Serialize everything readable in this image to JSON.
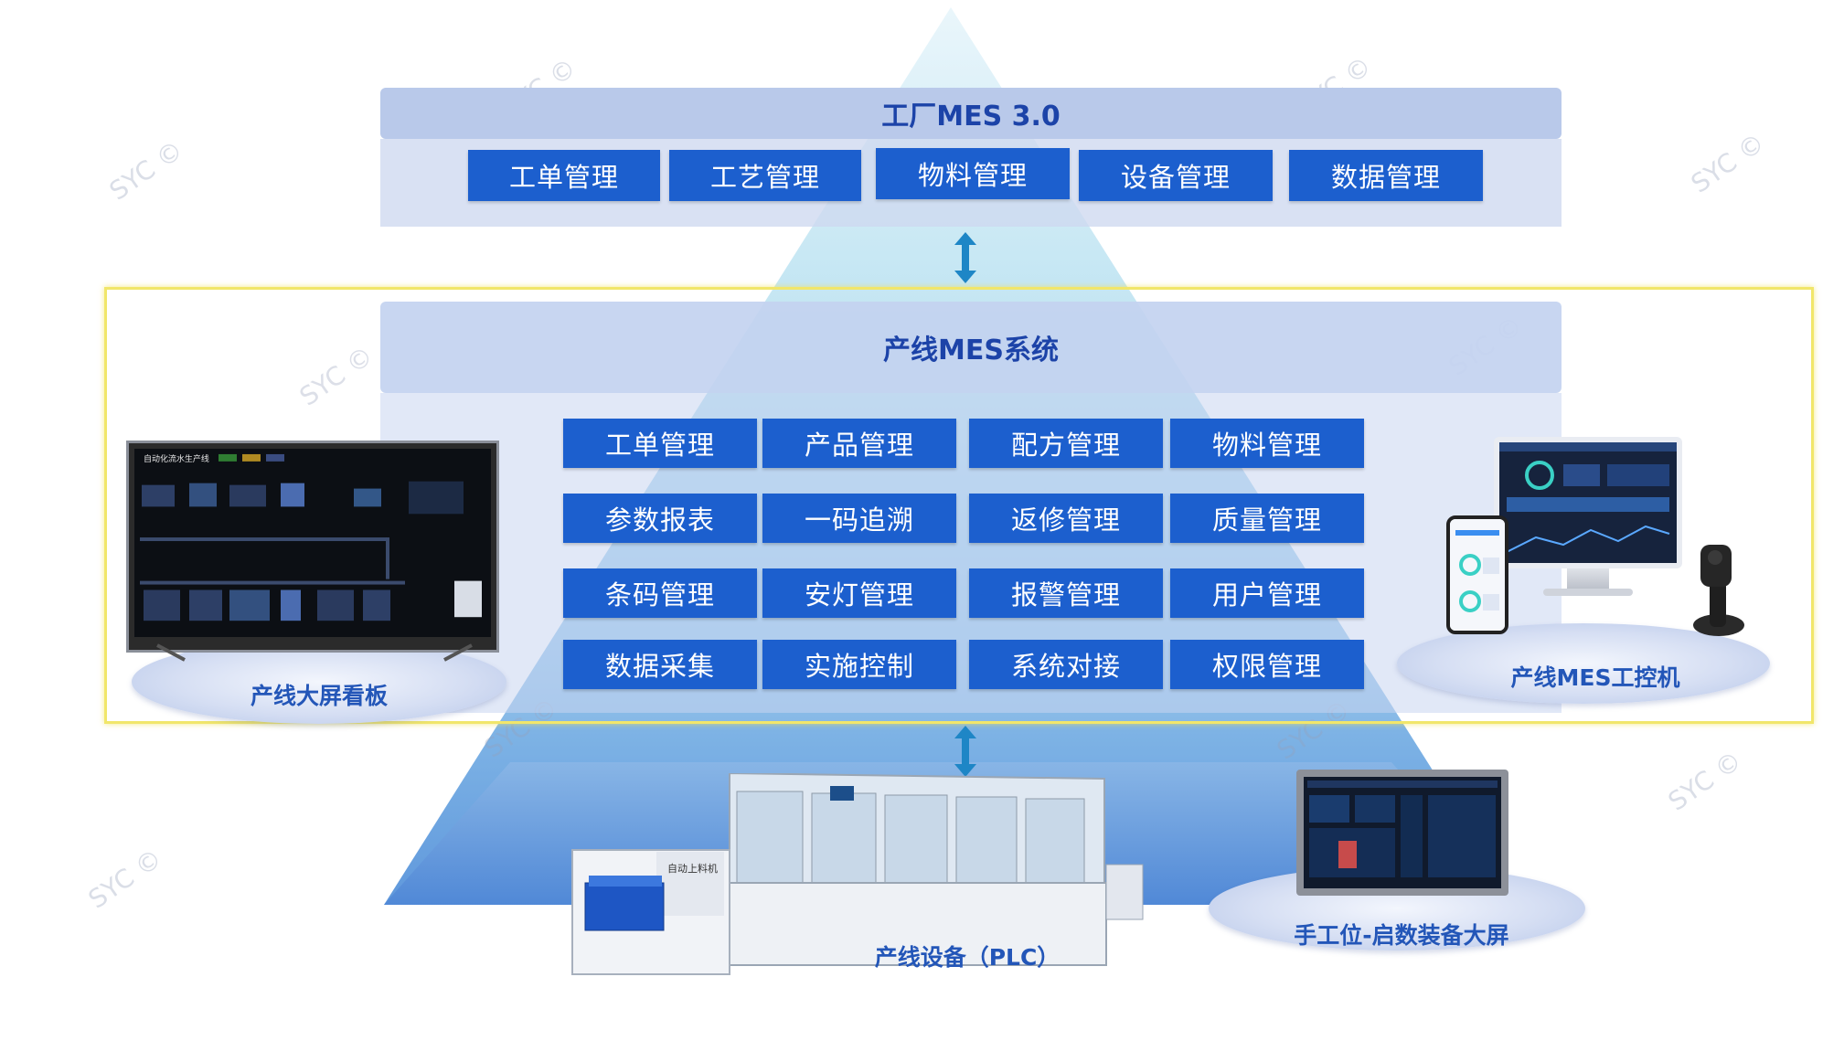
{
  "factory_mes": {
    "title": "工厂MES 3.0",
    "modules": [
      "工单管理",
      "工艺管理",
      "物料管理",
      "设备管理",
      "数据管理"
    ]
  },
  "line_mes": {
    "title": "产线MES系统",
    "modules": [
      "工单管理",
      "产品管理",
      "配方管理",
      "物料管理",
      "参数报表",
      "一码追溯",
      "返修管理",
      "质量管理",
      "条码管理",
      "安灯管理",
      "报警管理",
      "用户管理",
      "数据采集",
      "实施控制",
      "系统对接",
      "权限管理"
    ]
  },
  "devices": {
    "big_screen": "产线大屏看板",
    "workstation": "产线MES工控机",
    "equipment": "产线设备（PLC）",
    "manual_screen": "手工位-启数装备大屏"
  },
  "screen_text": {
    "tv_title": "自动化流水生产线",
    "loader_label": "自动上料机"
  },
  "watermark": "SYC ©",
  "colors": {
    "module_blue": "#1c5fce",
    "title_blue": "#1c43a8",
    "highlight_yellow": "#f1e66a",
    "arrow_blue": "#1e86c6"
  },
  "icons": {
    "arrows": "double-headed-vertical-arrow-icon"
  }
}
